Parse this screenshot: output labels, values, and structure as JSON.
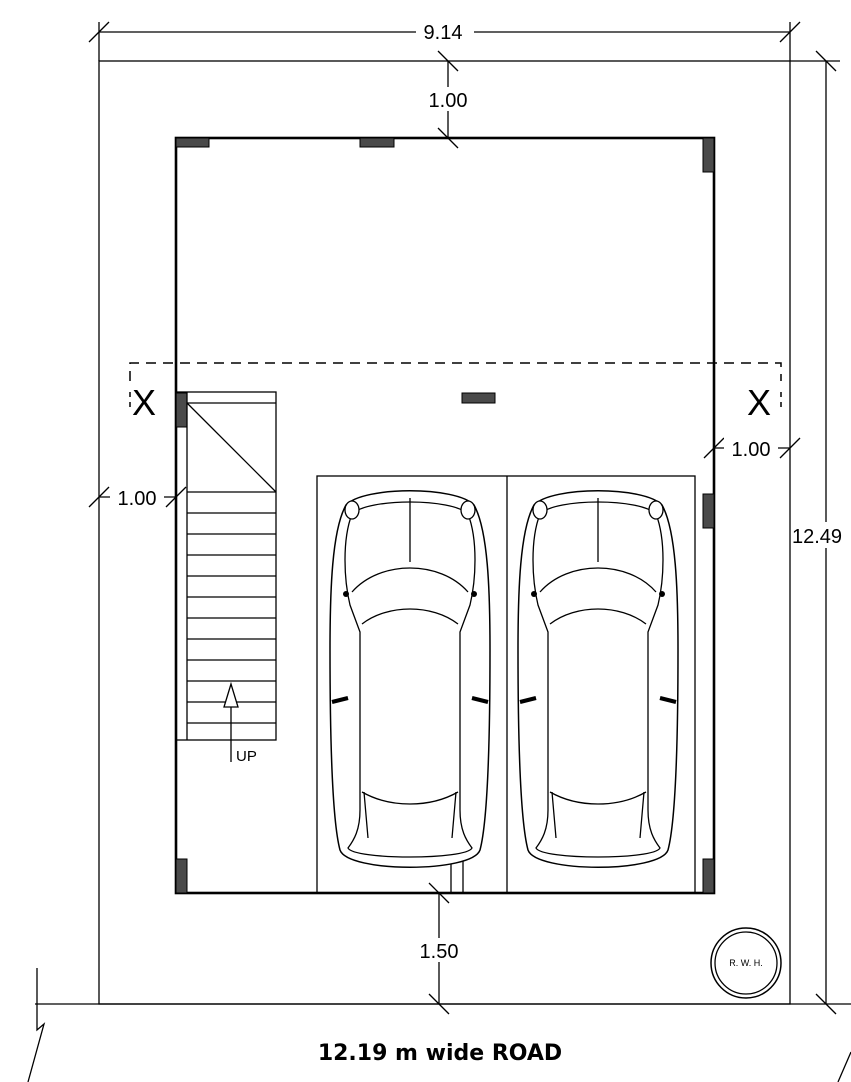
{
  "dimensions": {
    "plot_width": "9.14",
    "plot_depth": "12.49",
    "front_setback": "1.00",
    "rear_setback": "1.50",
    "left_setback": "1.00",
    "right_setback": "1.00"
  },
  "labels": {
    "section_left": "X",
    "section_right": "X",
    "stair_direction": "UP",
    "rwh": "R. W. H.",
    "road": "12.19 m wide ROAD"
  }
}
